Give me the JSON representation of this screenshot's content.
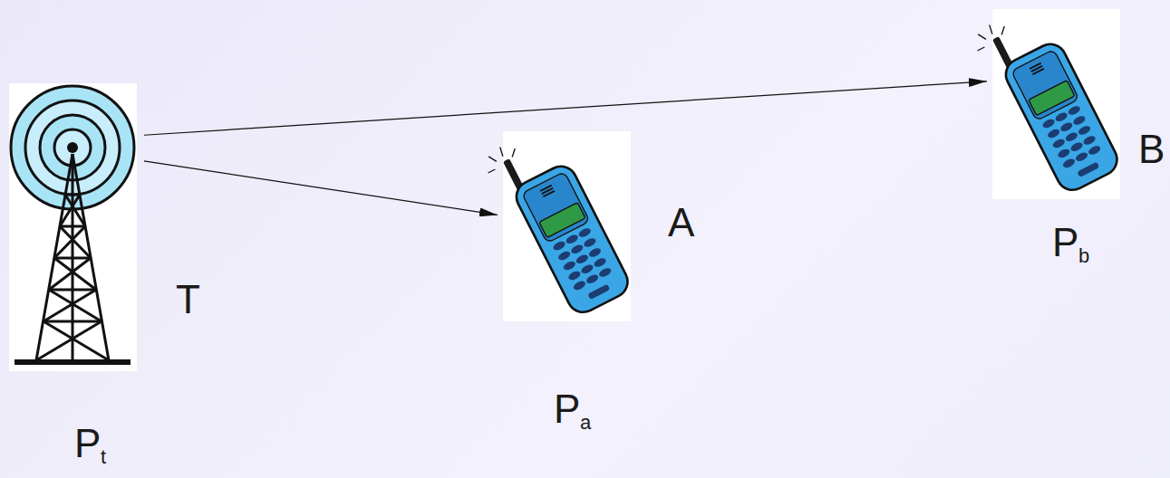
{
  "diagram": {
    "nodes": [
      {
        "text": [
          "T",
          "P",
          "t"
        ]
      },
      {
        "text": [
          "A",
          "P",
          "a"
        ]
      },
      {
        "text": [
          "B",
          "P",
          "b"
        ]
      }
    ],
    "edges": [
      {
        "from": 0,
        "to": 2,
        "arrow": "to"
      },
      {
        "from": 0,
        "to": 1,
        "arrow": "to"
      }
    ]
  }
}
